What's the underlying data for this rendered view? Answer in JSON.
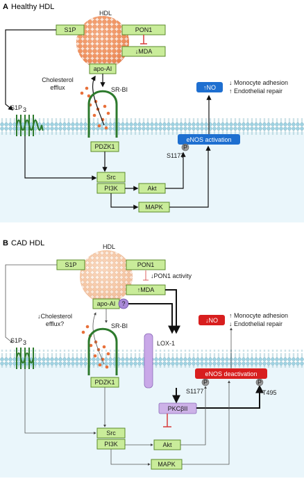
{
  "panel_a": {
    "letter": "A",
    "title": "Healthy HDL",
    "hdl_label": "HDL",
    "s1p": "S1P",
    "pon1": "PON1",
    "mda": "↓MDA",
    "apo": "apo-AI",
    "chol_line1": "Cholesterol",
    "chol_line2": "efflux",
    "srbi": "SR-BI",
    "s1p3": "S1P",
    "s1p3_sub": "3",
    "pdzk1": "PDZK1",
    "src": "Src",
    "pi3k": "PI3K",
    "akt": "Akt",
    "mapk": "MAPK",
    "enos": "eNOS activation",
    "no": "↑NO",
    "p": "P",
    "s1177": "S1177",
    "out1": "↓ Monocyte adhesion",
    "out2": "↑ Endothelial repair"
  },
  "panel_b": {
    "letter": "B",
    "title": "CAD HDL",
    "hdl_label": "HDL",
    "s1p": "S1P",
    "pon1": "PON1",
    "pon1_act": "↓PON1 activity",
    "mda": "↑MDA",
    "apo": "apo-AI",
    "q": "?",
    "chol_line1": "↓Cholesterol",
    "chol_line2": "efflux?",
    "srbi": "SR-BI",
    "s1p3": "S1P",
    "s1p3_sub": "3",
    "pdzk1": "PDZK1",
    "lox": "LOX-1",
    "pkc": "PKCβII",
    "src": "Src",
    "pi3k": "PI3K",
    "akt": "Akt",
    "mapk": "MAPK",
    "enos": "eNOS deactivation",
    "no": "↓NO",
    "p": "P",
    "s1177": "S1177",
    "t495": "T495",
    "out1": "↑ Monocyte adhesion",
    "out2": "↓ Endothelial repair"
  },
  "colors": {
    "box_green": "#c9ec9a",
    "enos_active": "#1e6fd0",
    "enos_inactive": "#d81e1e",
    "hdl_sphere": "#f4a070",
    "membrane": "#7fc4d8",
    "pkc": "#cdb2e8",
    "inhibit": "#d63a3a"
  }
}
